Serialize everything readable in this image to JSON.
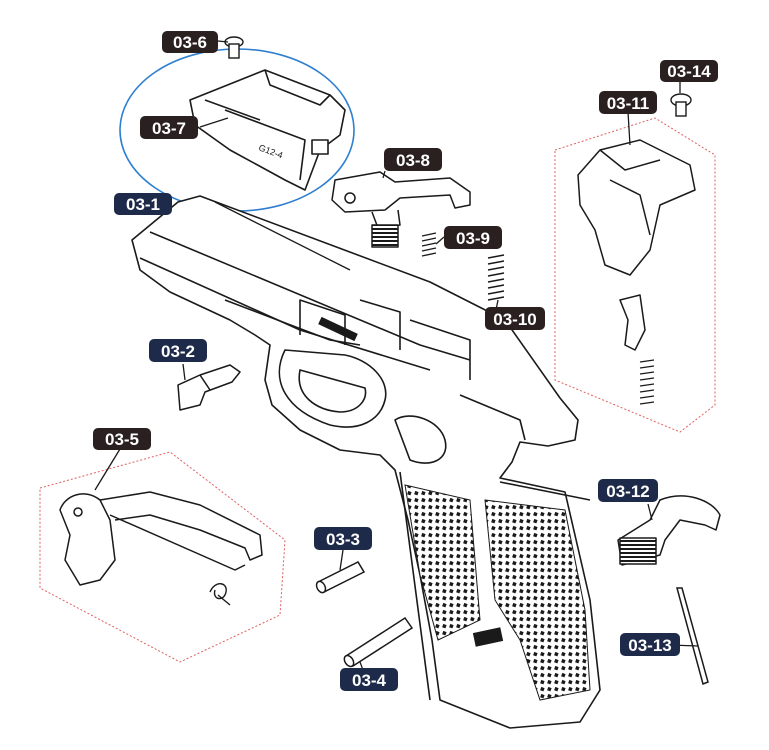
{
  "colors": {
    "label_dark": "#2b2020",
    "label_navy": "#1e2a4a",
    "label_text": "#ffffff",
    "outline": "#1a1a1a",
    "highlight_circle": "#2f7fd0",
    "group_border": "#e06060"
  },
  "labels": {
    "p03_1": "03-1",
    "p03_2": "03-2",
    "p03_3": "03-3",
    "p03_4": "03-4",
    "p03_5": "03-5",
    "p03_6": "03-6",
    "p03_7": "03-7",
    "p03_8": "03-8",
    "p03_9": "03-9",
    "p03_10": "03-10",
    "p03_11": "03-11",
    "p03_12": "03-12",
    "p03_13": "03-13",
    "p03_14": "03-14"
  },
  "part_markings": {
    "locking_block_text": "G12-4"
  }
}
